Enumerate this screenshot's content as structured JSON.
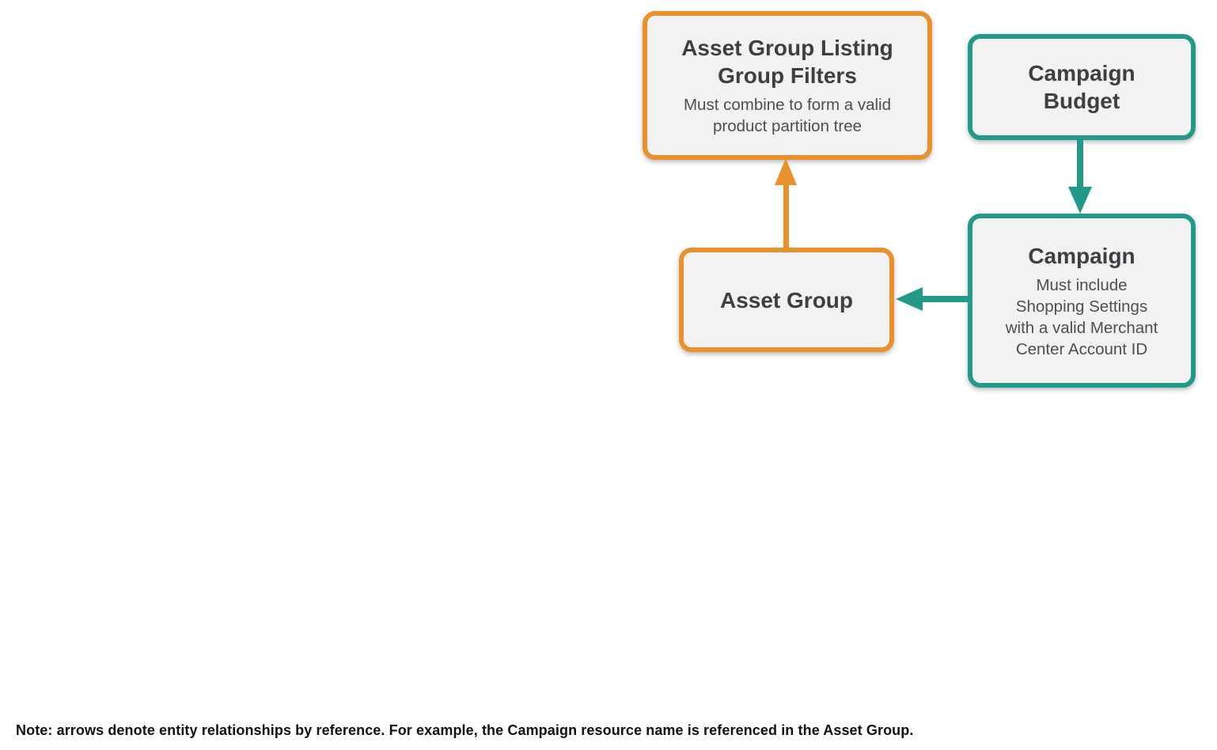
{
  "colors": {
    "orange_accent": "#E8912D",
    "teal_accent": "#219A89",
    "node_background": "#F2F2F2",
    "title_text": "#3C4043",
    "subtitle_text": "#4B4F54",
    "note_text": "#111111",
    "page_background": "#FFFFFF"
  },
  "diagram": {
    "nodes": [
      {
        "id": "asset-group-listing-group-filters",
        "title": "Asset Group Listing\nGroup Filters",
        "subtitle": "Must combine to form a valid\nproduct partition tree",
        "accent": "orange"
      },
      {
        "id": "campaign-budget",
        "title": "Campaign\nBudget",
        "subtitle": "",
        "accent": "teal"
      },
      {
        "id": "campaign",
        "title": "Campaign",
        "subtitle": "Must include\nShopping Settings\nwith a valid Merchant\nCenter Account ID",
        "accent": "teal"
      },
      {
        "id": "asset-group",
        "title": "Asset Group",
        "subtitle": "",
        "accent": "orange"
      }
    ],
    "edges": [
      {
        "from": "asset-group",
        "to": "asset-group-listing-group-filters",
        "color": "orange",
        "direction": "up"
      },
      {
        "from": "campaign-budget",
        "to": "campaign",
        "color": "teal",
        "direction": "down"
      },
      {
        "from": "campaign",
        "to": "asset-group",
        "color": "teal",
        "direction": "left"
      }
    ]
  },
  "note": "Note: arrows denote entity relationships by reference. For example, the Campaign resource name is referenced in the Asset Group."
}
